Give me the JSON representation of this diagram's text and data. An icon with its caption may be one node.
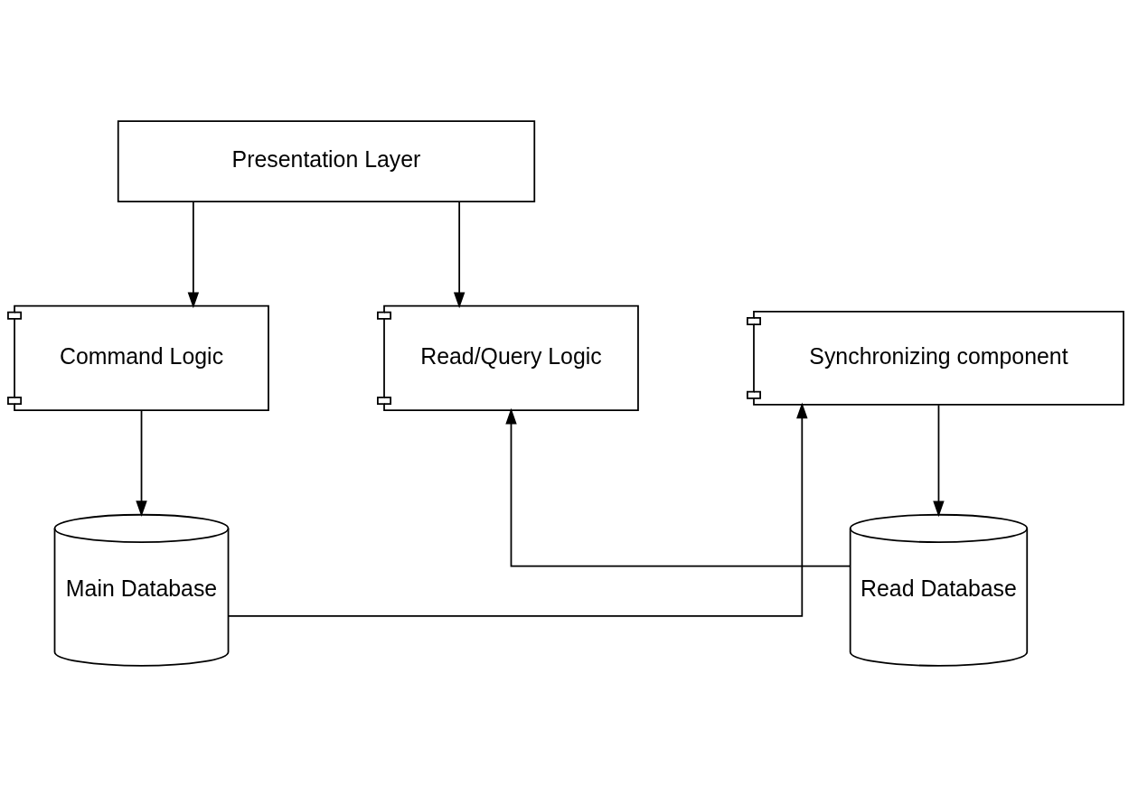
{
  "diagram": {
    "nodes": [
      {
        "text": [
          "Presentation Layer"
        ]
      },
      {
        "text": [
          "Command Logic"
        ]
      },
      {
        "text": [
          "Read/Query Logic"
        ]
      },
      {
        "text": [
          "Synchronizing component"
        ]
      },
      {
        "text": [
          "Main Database"
        ]
      },
      {
        "text": [
          "Read Database"
        ]
      }
    ],
    "edges": [
      {
        "from": 0,
        "to": 1,
        "arrow": "to"
      },
      {
        "from": 0,
        "to": 2,
        "arrow": "to"
      },
      {
        "from": 1,
        "to": 4,
        "arrow": "to"
      },
      {
        "from": 4,
        "to": 3,
        "arrow": "to"
      },
      {
        "from": 3,
        "to": 5,
        "arrow": "to"
      },
      {
        "from": 5,
        "to": 2,
        "arrow": "to"
      }
    ]
  }
}
